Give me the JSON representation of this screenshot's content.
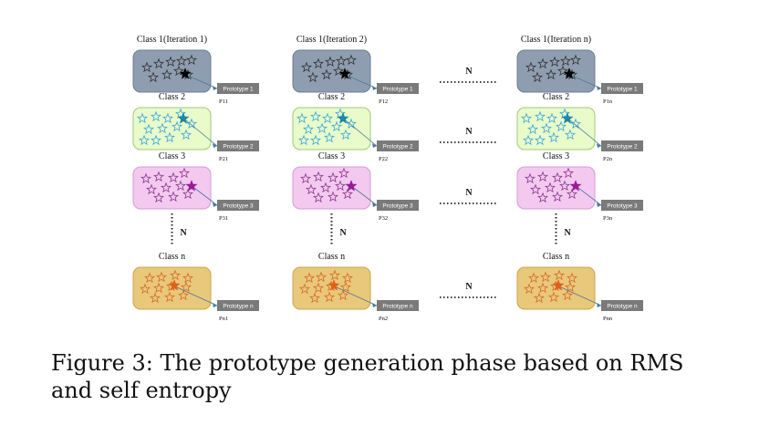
{
  "columns": [
    {
      "classes": [
        {
          "title": "Class 1(Iteration 1)",
          "prototype": "Prototype 1",
          "p_label": "P11",
          "theme": "gray"
        },
        {
          "title": "Class 2",
          "prototype": "Prototype 2",
          "p_label": "P21",
          "theme": "green"
        },
        {
          "title": "Class 3",
          "prototype": "Prototype 3",
          "p_label": "P31",
          "theme": "pink"
        },
        {
          "title": "Class n",
          "prototype": "Prototype n",
          "p_label": "Pn1",
          "theme": "gold"
        }
      ]
    },
    {
      "classes": [
        {
          "title": "Class 1(Iteration 2)",
          "prototype": "Prototype 1",
          "p_label": "P12",
          "theme": "gray"
        },
        {
          "title": "Class 2",
          "prototype": "Prototype 2",
          "p_label": "P22",
          "theme": "green"
        },
        {
          "title": "Class 3",
          "prototype": "Prototype 3",
          "p_label": "P32",
          "theme": "pink"
        },
        {
          "title": "Class n",
          "prototype": "Prototype n",
          "p_label": "Pn2",
          "theme": "gold"
        }
      ]
    },
    {
      "classes": [
        {
          "title": "Class 1(Iteration n)",
          "prototype": "Prototype 1",
          "p_label": "P1n",
          "theme": "gray"
        },
        {
          "title": "Class 2",
          "prototype": "Prototype 2",
          "p_label": "P2n",
          "theme": "green"
        },
        {
          "title": "Class 3",
          "prototype": "Prototype 3",
          "p_label": "P3n",
          "theme": "pink"
        },
        {
          "title": "Class n",
          "prototype": "Prototype n",
          "p_label": "Pnn",
          "theme": "gold"
        }
      ]
    }
  ],
  "vertical_ellipsis_label": "N",
  "horizontal_ellipsis_label": "N",
  "themes": {
    "gray": {
      "fill": "#8e9db0",
      "stroke": "#6f7f93",
      "star": "#333333",
      "proto": "#000000"
    },
    "green": {
      "fill": "#e8fbc9",
      "stroke": "#9acb7a",
      "star": "#3aa7e0",
      "proto": "#1a88a8"
    },
    "pink": {
      "fill": "#f3c9f0",
      "stroke": "#d79ad4",
      "star": "#8a3a8a",
      "proto": "#9a1a9a"
    },
    "gold": {
      "fill": "#e8c87a",
      "stroke": "#c9a550",
      "star": "#d86a2a",
      "proto": "#e0601a"
    }
  },
  "caption": {
    "line1": "Figure 3:  The prototype generation phase based on RMS",
    "line2": "and self entropy"
  }
}
